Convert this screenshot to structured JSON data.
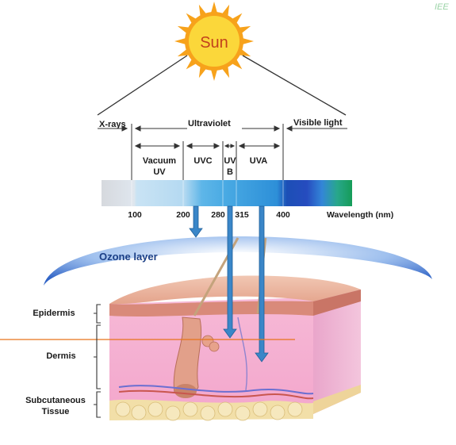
{
  "diagram": {
    "sun_label": "Sun",
    "watermark": "IEE",
    "regions": {
      "xrays": "X-rays",
      "ultraviolet": "Ultraviolet",
      "visible": "Visible light"
    },
    "uv_bands": {
      "vacuum_line1": "Vacuum",
      "vacuum_line2": "UV",
      "uvc": "UVC",
      "uvb_line1": "UV",
      "uvb_line2": "B",
      "uva": "UVA"
    },
    "wavelength_ticks": [
      "100",
      "200",
      "280",
      "315",
      "400"
    ],
    "wavelength_axis_label": "Wavelength (nm)",
    "ozone_label": "Ozone layer",
    "skin_layers": {
      "epidermis": "Epidermis",
      "dermis": "Dermis",
      "subcutaneous_line1": "Subcutaneous",
      "subcutaneous_line2": "Tissue"
    },
    "colors": {
      "sun_outer": "#f7a21b",
      "sun_inner": "#fbd73a",
      "arrow": "#3a86c8",
      "marker_line": "#e8741a",
      "ozone": "#3e6fc9"
    }
  }
}
